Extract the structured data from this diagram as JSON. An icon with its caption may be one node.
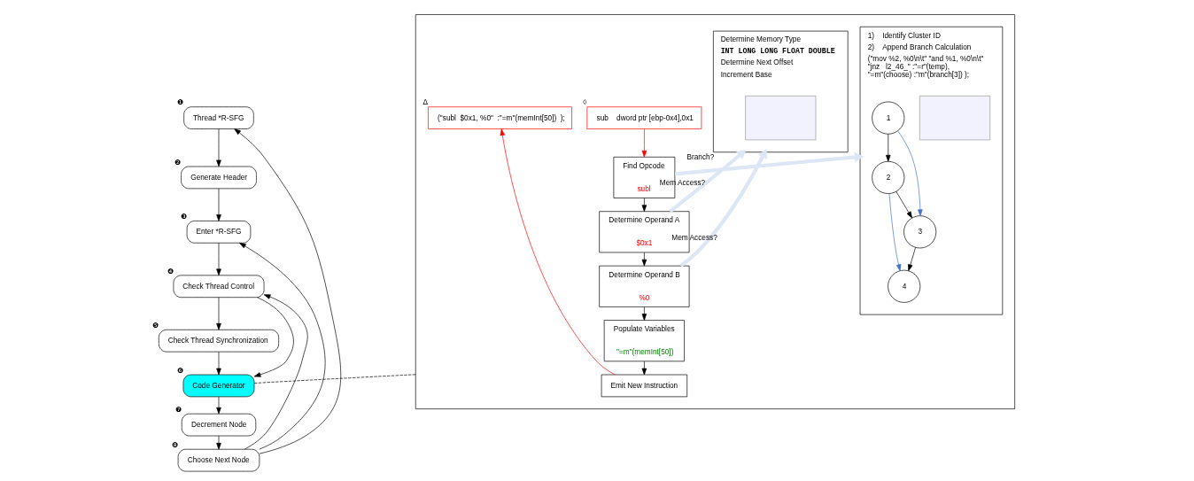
{
  "diagram": {
    "nodes": [
      {
        "text": [
          "Thread *R-SFG"
        ],
        "beside": [
          "❶"
        ]
      },
      {
        "text": [
          "Generate Header"
        ],
        "beside": [
          "❷"
        ]
      },
      {
        "text": [
          "Enter *R-SFG"
        ],
        "beside": [
          "❸"
        ]
      },
      {
        "text": [
          "Check Thread Control"
        ],
        "beside": [
          "❹"
        ]
      },
      {
        "text": [
          "Check Thread Synchronization"
        ],
        "beside": [
          "❺"
        ]
      },
      {
        "text": [
          "Code Generator"
        ],
        "beside": [
          "❻"
        ]
      },
      {
        "text": [
          "Decrement Node"
        ],
        "beside": [
          "❼"
        ]
      },
      {
        "text": [
          "Choose Next Node"
        ],
        "beside": [
          "❽"
        ]
      },
      {
        "text": [],
        "shape": "box"
      },
      {
        "text": [
          "sub    dword ptr [ebp-0x4],0x1"
        ],
        "beside": [
          "◊"
        ],
        "in": 8
      },
      {
        "text": [
          "1)    Identify Cluster ID",
          "2)    Append Branch Calculation",
          "(\"mov %2, %0\\n\\t\" \"and %1, %0\\n\\t\" \"jnz   l2_46_\" :\"=r\"(temp), \"=m\"(choose) :\"m\"(branch[3]) );"
        ],
        "in": 8
      },
      {
        "text": [],
        "shape": "box",
        "in": 10
      },
      {
        "text": [
          "1"
        ],
        "in": 10
      },
      {
        "text": [
          "2"
        ],
        "in": 10
      },
      {
        "text": [
          "3"
        ],
        "in": 10
      },
      {
        "text": [
          "4"
        ],
        "in": 10
      },
      {
        "text": [
          "Find Opcode",
          "subl"
        ],
        "in": 8
      },
      {
        "text": [
          "Determine Operand A",
          "$0x1"
        ],
        "in": 8
      },
      {
        "text": [
          "Determine Operand B",
          "%0"
        ],
        "in": 8
      },
      {
        "text": [
          "Populate Variables",
          "\"=m\"(memInt[50])"
        ],
        "in": 8
      },
      {
        "text": [
          "Emit New Instruction"
        ],
        "in": 8
      },
      {
        "text": [
          "(\"subl  $0x1, %0\"  :\"=m\"(memInt[50])  );"
        ],
        "beside": [
          "Δ"
        ],
        "in": 8
      },
      {
        "text": [
          "Determine Memory Type",
          "INT LONG LONG FLOAT DOUBLE",
          "Determine Next Offset",
          "Increment Base"
        ],
        "in": 8
      },
      {
        "text": [],
        "shape": "box",
        "in": 22
      }
    ],
    "edges": [
      {
        "from": 0,
        "to": 1,
        "arrow": "to"
      },
      {
        "from": 1,
        "to": 2,
        "arrow": "to"
      },
      {
        "from": 2,
        "to": 3,
        "arrow": "to"
      },
      {
        "from": 3,
        "to": 4,
        "arrow": "to"
      },
      {
        "from": 4,
        "to": 5,
        "arrow": "to"
      },
      {
        "from": 5,
        "to": 6,
        "arrow": "to"
      },
      {
        "from": 6,
        "to": 7,
        "arrow": "to"
      },
      {
        "from": 3,
        "to": 5,
        "arrow": "to"
      },
      {
        "from": 7,
        "to": 2,
        "arrow": "to"
      },
      {
        "from": 7,
        "to": 3,
        "arrow": "to"
      },
      {
        "from": 7,
        "to": 0,
        "arrow": "to"
      },
      {
        "from": 5,
        "to": 8,
        "arrow": "none",
        "style": "dashed"
      },
      {
        "from": 9,
        "to": 16,
        "arrow": "to",
        "color": "#ff0000"
      },
      {
        "from": 16,
        "to": 17,
        "arrow": "to"
      },
      {
        "from": 17,
        "to": 18,
        "arrow": "to"
      },
      {
        "from": 18,
        "to": 19,
        "arrow": "to"
      },
      {
        "from": 19,
        "to": 20,
        "arrow": "to"
      },
      {
        "from": 20,
        "to": 21,
        "arrow": "to",
        "color": "#ff0000"
      },
      {
        "from": 16,
        "to": 10,
        "arrow": "to",
        "label": "Branch?",
        "style": "thick",
        "color": "#dde6f4"
      },
      {
        "from": 17,
        "to": 22,
        "arrow": "to",
        "label": "Mem Access?",
        "style": "thick",
        "color": "#dde6f4"
      },
      {
        "from": 18,
        "to": 22,
        "arrow": "to",
        "label": "Mem Access?",
        "style": "thick",
        "color": "#dde6f4"
      },
      {
        "from": 12,
        "to": 13,
        "arrow": "to"
      },
      {
        "from": 13,
        "to": 14,
        "arrow": "to"
      },
      {
        "from": 14,
        "to": 15,
        "arrow": "to"
      },
      {
        "from": 12,
        "to": 14,
        "arrow": "to",
        "color": "#4472c4"
      },
      {
        "from": 13,
        "to": 15,
        "arrow": "to",
        "color": "#4472c4"
      }
    ]
  }
}
